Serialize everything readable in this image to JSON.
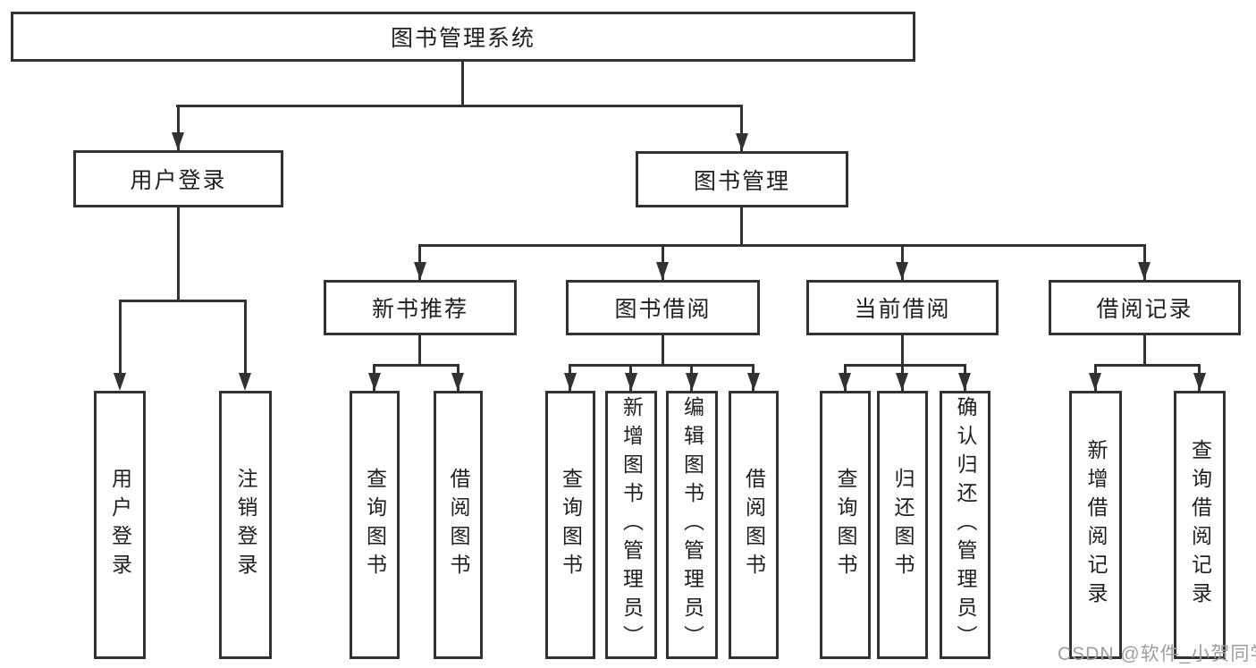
{
  "diagram": {
    "root": "图书管理系统",
    "branches": [
      {
        "label": "用户登录",
        "children": [
          "用户登录",
          "注销登录"
        ]
      },
      {
        "label": "图书管理",
        "groups": [
          {
            "label": "新书推荐",
            "children": [
              "查询图书",
              "借阅图书"
            ]
          },
          {
            "label": "图书借阅",
            "children": [
              "查询图书",
              "新增图书（管理员）",
              "编辑图书（管理员）",
              "借阅图书"
            ]
          },
          {
            "label": "当前借阅",
            "children": [
              "查询图书",
              "归还图书",
              "确认归还（管理员）"
            ]
          },
          {
            "label": "借阅记录",
            "children": [
              "新增借阅记录",
              "查询借阅记录"
            ]
          }
        ]
      }
    ]
  },
  "watermark": "CSDN @软件_小贺同学",
  "colors": {
    "line": "#323232",
    "text": "#1f1f1f",
    "background": "#ffffff",
    "watermark": "#9e9e9e"
  }
}
